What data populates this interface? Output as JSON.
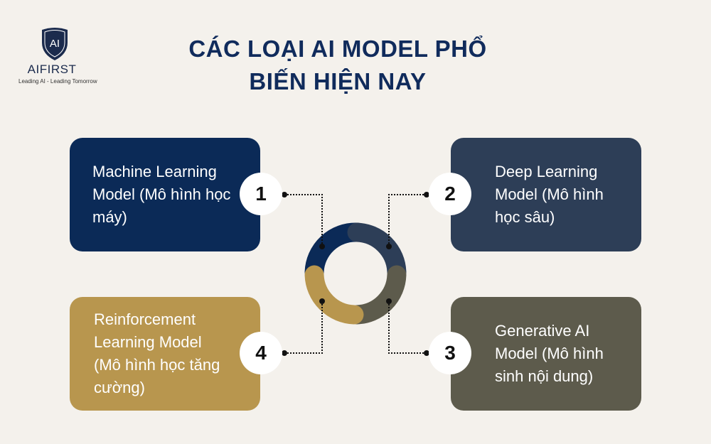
{
  "logo": {
    "mark": "AI",
    "name": "AIFIRST",
    "tagline": "Leading AI - Leading Tomorrow"
  },
  "title": {
    "line1": "CÁC LOẠI AI MODEL PHỔ",
    "line2": "BIẾN HIỆN NAY"
  },
  "items": [
    {
      "number": "1",
      "text": "Machine Learning Model (Mô hình học máy)",
      "color": "#0b2a57"
    },
    {
      "number": "2",
      "text": "Deep Learning Model (Mô hình học sâu)",
      "color": "#2d3e57"
    },
    {
      "number": "3",
      "text": "Generative AI Model (Mô hình sinh nội dung)",
      "color": "#5d5b4c"
    },
    {
      "number": "4",
      "text": "Reinforcement Learning Model (Mô hình học tăng cường)",
      "color": "#b8964e"
    }
  ],
  "colors": {
    "background": "#f4f1ec",
    "title": "#102b5c"
  }
}
